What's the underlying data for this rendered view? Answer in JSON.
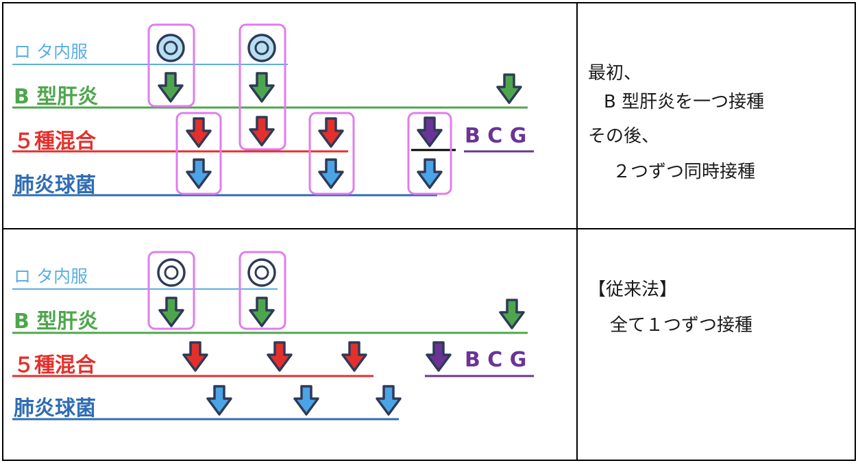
{
  "colors": {
    "rota": "#5aaee0",
    "hepb": "#4ea64c",
    "five": "#e3302c",
    "pneumo": "#2f6cb5",
    "bcg": "#6a3496",
    "highlight": "#e27bef",
    "arrow_edge": "#2e3a58",
    "ring_fill": "#b7dff0"
  },
  "top": {
    "labels": {
      "rota": "ロ タ内服",
      "hepb": "B 型肝炎",
      "five": "５種混合",
      "pneumo": "肺炎球菌",
      "bcg": "B C G"
    },
    "note_lines": [
      "最初、",
      "B 型肝炎を一つ接種",
      "その後、",
      "２つずつ同時接種"
    ]
  },
  "bottom": {
    "labels": {
      "rota": "ロ タ内服",
      "hepb": "B 型肝炎",
      "five": "５種混合",
      "pneumo": "肺炎球菌",
      "bcg": "B C G"
    },
    "note_lines": [
      "【従来法】",
      "全て１つずつ接種"
    ]
  }
}
